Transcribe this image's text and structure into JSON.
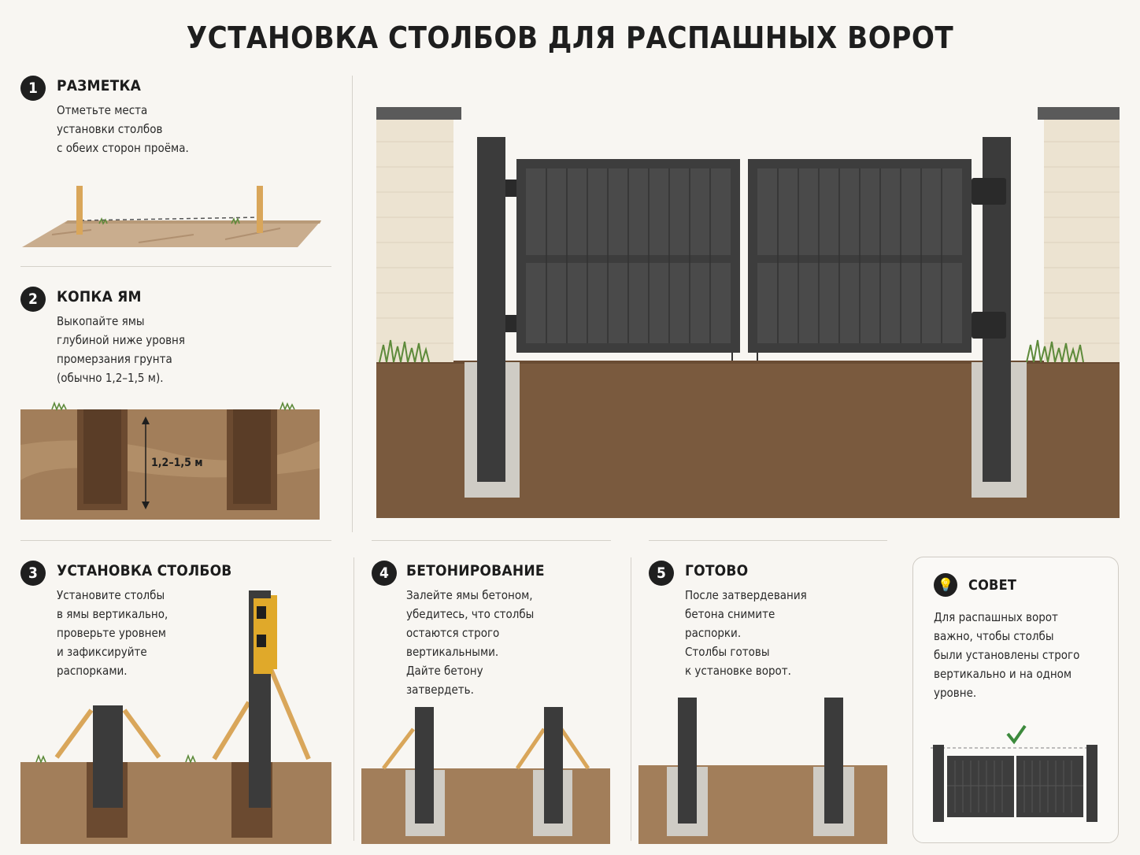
{
  "title": "УСТАНОВКА СТОЛБОВ ДЛЯ РАСПАШНЫХ ВОРОТ",
  "steps": [
    {
      "num": "1",
      "title": "РАЗМЕТКА",
      "desc": "Отметьте места\nустановки столбов\nс обеих сторон проёма."
    },
    {
      "num": "2",
      "title": "КОПКА ЯМ",
      "desc": "Выкопайте ямы\nглубиной ниже уровня\nпромерзания грунта\n(обычно 1,2–1,5 м).",
      "depth_label": "1,2–1,5 м"
    },
    {
      "num": "3",
      "title": "УСТАНОВКА СТОЛБОВ",
      "desc": "Установите столбы\nв ямы вертикально,\nпроверьте уровнем\nи зафиксируйте\nраспорками."
    },
    {
      "num": "4",
      "title": "БЕТОНИРОВАНИЕ",
      "desc": "Залейте ямы бетоном,\nубедитесь, что столбы\nостаются строго\nвертикальными.\nДайте бетону\nзатвердеть."
    },
    {
      "num": "5",
      "title": "ГОТОВО",
      "desc": "После затвердевания\nбетона снимите\nраспорки.\nСтолбы готовы\nк установке ворот."
    }
  ],
  "tip": {
    "title": "СОВЕТ",
    "desc": "Для распашных ворот\nважно, чтобы столбы\nбыли установлены строго\nвертикально и на одном\nуровне."
  },
  "colors": {
    "soil": "#7a5a3e",
    "post": "#3b3b3b",
    "concrete": "#cfccc5",
    "brick": "#ece3d1",
    "grass": "#5d8a3a",
    "check": "#3c8a3c"
  }
}
